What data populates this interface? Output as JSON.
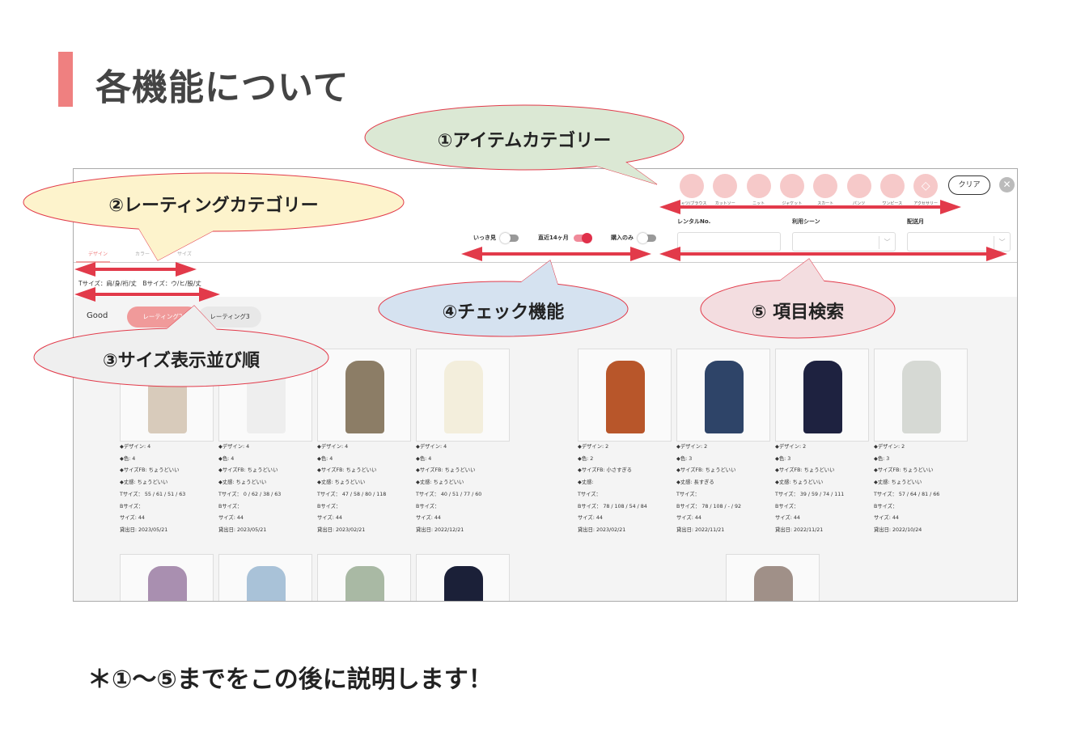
{
  "slide": {
    "title": "各機能について",
    "footnote": "＊①〜⑤までをこの後に説明します！"
  },
  "callouts": [
    "①アイテムカテゴリー",
    "②レーティングカテゴリー",
    "③サイズ表示並び順",
    "④チェック機能",
    "⑤ 項目検索"
  ],
  "ui": {
    "categories": [
      {
        "label": "シャツ/ブラウス",
        "icon": "shirt-icon"
      },
      {
        "label": "カットソー",
        "icon": "tshirt-icon"
      },
      {
        "label": "ニット",
        "icon": "knit-icon"
      },
      {
        "label": "ジャケット",
        "icon": "jacket-icon"
      },
      {
        "label": "スカート",
        "icon": "skirt-icon"
      },
      {
        "label": "パンツ",
        "icon": "pants-icon"
      },
      {
        "label": "ワンピース",
        "icon": "dress-icon"
      },
      {
        "label": "アクセサリー",
        "icon": "diamond-icon"
      }
    ],
    "clear": "クリア",
    "fields": {
      "rental_no": "レンタルNo.",
      "scene": "利用シーン",
      "month": "配送月"
    },
    "toggles": [
      {
        "label": "いっき見",
        "on": false
      },
      {
        "label": "直近14ヶ月",
        "on": true
      },
      {
        "label": "購入のみ",
        "on": false
      }
    ],
    "tabs": [
      "デザイン",
      "カラー",
      "サイズ"
    ],
    "size_order": "Tサイズ：肩/身/裄/丈　Bサイズ：ウ/ヒ/股/丈",
    "rating_label": "Good",
    "rating_pills": [
      "レーティング2",
      "レーティング3"
    ],
    "accent": "#ef8080",
    "cards": [
      {
        "color": "#d8cbbb",
        "lines": [
          "◆デザイン: 4",
          "◆色:  4",
          "◆サイズFB: ちょうどいい",
          "◆丈感: ちょうどいい",
          "Tサイズ：  55 / 61 / 51 / 63",
          "Bサイズ：",
          "サイズ: 44",
          "貸出日: 2023/05/21"
        ]
      },
      {
        "color": "#eeeeee",
        "lines": [
          "◆デザイン: 4",
          "◆色:  4",
          "◆サイズFB: ちょうどいい",
          "◆丈感: ちょうどいい",
          "Tサイズ：  0 / 62 / 38 / 63",
          "Bサイズ：",
          "サイズ: 44",
          "貸出日: 2023/05/21"
        ]
      },
      {
        "color": "#8c7d66",
        "lines": [
          "◆デザイン: 4",
          "◆色:  4",
          "◆サイズFB: ちょうどいい",
          "◆丈感: ちょうどいい",
          "Tサイズ：  47 / 58 / 80 / 118",
          "Bサイズ：",
          "サイズ: 44",
          "貸出日: 2023/02/21"
        ]
      },
      {
        "color": "#f3eedc",
        "lines": [
          "◆デザイン: 4",
          "◆色:  4",
          "◆サイズFB: ちょうどいい",
          "◆丈感: ちょうどいい",
          "Tサイズ：  40 / 51 / 77 / 60",
          "Bサイズ：",
          "サイズ: 44",
          "貸出日: 2022/12/21"
        ]
      },
      {
        "color": "#b8562a",
        "lines": [
          "◆デザイン: 2",
          "◆色:  2",
          "◆サイズFB: 小さすぎる",
          "◆丈感:",
          "Tサイズ：",
          "Bサイズ：  78 / 108 / 54 / 84",
          "サイズ: 44",
          "貸出日: 2023/02/21"
        ]
      },
      {
        "color": "#2e4468",
        "lines": [
          "◆デザイン: 2",
          "◆色:  3",
          "◆サイズFB: ちょうどいい",
          "◆丈感: 長すぎる",
          "Tサイズ：",
          "Bサイズ：  78 / 108 / - / 92",
          "サイズ: 44",
          "貸出日: 2022/11/21"
        ]
      },
      {
        "color": "#1e2240",
        "lines": [
          "◆デザイン: 2",
          "◆色:  3",
          "◆サイズFB: ちょうどいい",
          "◆丈感: ちょうどいい",
          "Tサイズ：  39 / 59 / 74 / 111",
          "Bサイズ：",
          "サイズ: 44",
          "貸出日: 2022/11/21"
        ]
      },
      {
        "color": "#d6d9d4",
        "lines": [
          "◆デザイン: 2",
          "◆色:  3",
          "◆サイズFB: ちょうどいい",
          "◆丈感: ちょうどいい",
          "Tサイズ：  57 / 64 / 81 / 66",
          "Bサイズ：",
          "サイズ: 44",
          "貸出日: 2022/10/24"
        ]
      }
    ],
    "bottom_cards": [
      {
        "color": "#a98fb0"
      },
      {
        "color": "#a9c2d8"
      },
      {
        "color": "#a9b9a4"
      },
      {
        "color": "#1b2038"
      },
      {
        "color": "#a09088"
      }
    ]
  }
}
